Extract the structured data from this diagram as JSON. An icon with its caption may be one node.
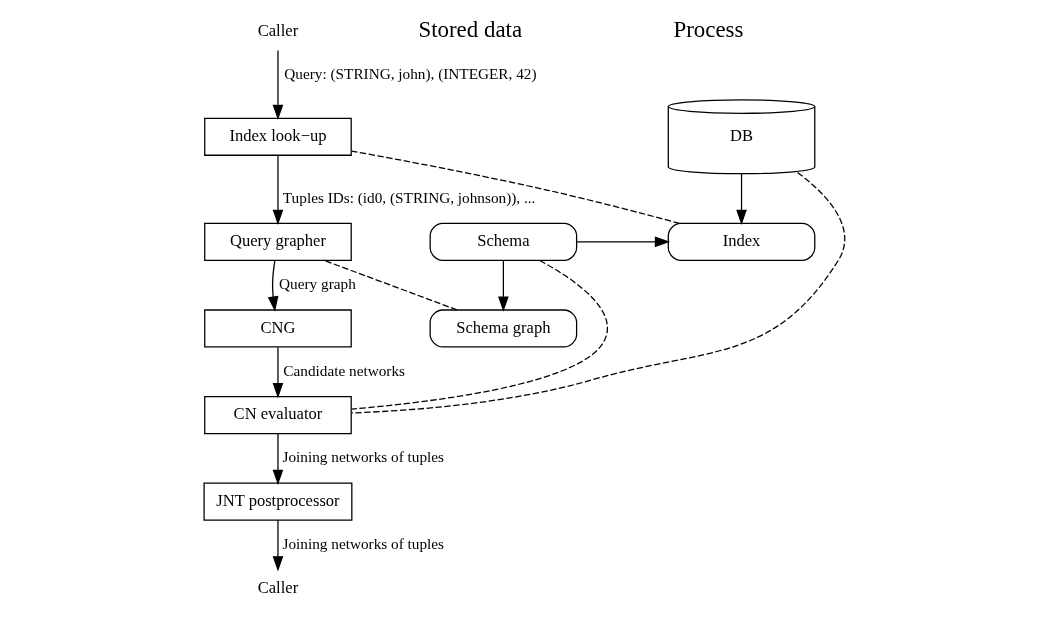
{
  "diagram": {
    "nodes": [
      {
        "text": [
          "Caller"
        ]
      },
      {
        "text": [
          "Index look−up"
        ]
      },
      {
        "text": [
          "Query grapher"
        ]
      },
      {
        "text": [
          "CNG"
        ]
      },
      {
        "text": [
          "CN evaluator"
        ]
      },
      {
        "text": [
          "JNT postprocessor"
        ]
      },
      {
        "text": [
          "Caller"
        ]
      },
      {
        "text": [
          "Index"
        ]
      },
      {
        "text": [
          "Schema"
        ]
      },
      {
        "text": [
          "Schema graph"
        ]
      },
      {
        "text": [
          "DB"
        ]
      }
    ],
    "edges": [
      {
        "from": 0,
        "to": 1,
        "arrow": "to",
        "label": "Query: (STRING, john), (INTEGER, 42)"
      },
      {
        "from": 1,
        "to": 2,
        "arrow": "to",
        "label": "Tuples IDs: (id0, (STRING, johnson)), ..."
      },
      {
        "from": 2,
        "to": 3,
        "arrow": "to",
        "label": "Query graph"
      },
      {
        "from": 3,
        "to": 4,
        "arrow": "to",
        "label": "Candidate networks"
      },
      {
        "from": 4,
        "to": 5,
        "arrow": "to",
        "label": "Joining networks of tuples"
      },
      {
        "from": 5,
        "to": 6,
        "arrow": "to",
        "label": "Joining networks of tuples"
      },
      {
        "from": 8,
        "to": 7,
        "arrow": "to"
      },
      {
        "from": 8,
        "to": 9,
        "arrow": "to"
      },
      {
        "from": 10,
        "to": 7,
        "arrow": "to"
      },
      {
        "from": 7,
        "to": 1,
        "arrow": "none",
        "style": "dashed"
      },
      {
        "from": 9,
        "to": 2,
        "arrow": "none",
        "style": "dashed"
      },
      {
        "from": 8,
        "to": 4,
        "arrow": "none",
        "style": "dashed"
      },
      {
        "from": 10,
        "to": 4,
        "arrow": "none",
        "style": "dashed"
      }
    ],
    "labels": [
      "Stored data",
      "Process"
    ]
  }
}
